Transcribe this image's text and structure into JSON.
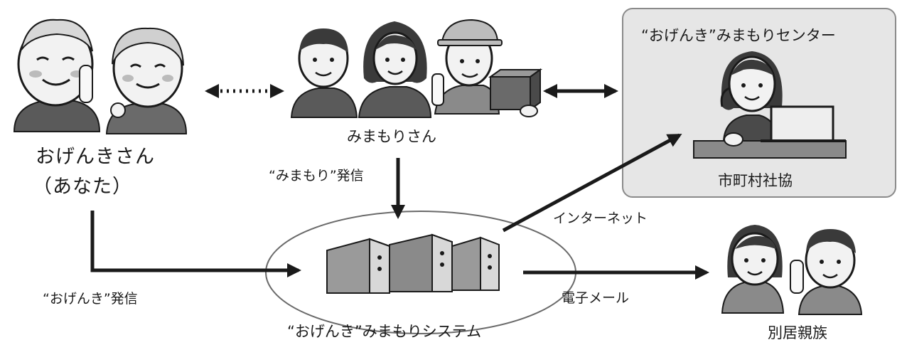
{
  "labels": {
    "ogenki_san": "おげんきさん",
    "anata": "（あなた）",
    "mimamori_san": "みまもりさん",
    "mimamori_send": "“みまもり”発信",
    "ogenki_send": "“おげんき”発信",
    "center_title": "“おげんき”みまもりセンター",
    "shakyo": "市町村社協",
    "internet": "インターネット",
    "email": "電子メール",
    "system": "“おげんき”みまもりシステム",
    "family": "別居親族"
  },
  "colors": {
    "line": "#1a1a1a",
    "center_panel": "#e6e6e6",
    "face": "#f2f2f2",
    "hair": "#3a3a3a",
    "building": "#9a9a9a"
  }
}
